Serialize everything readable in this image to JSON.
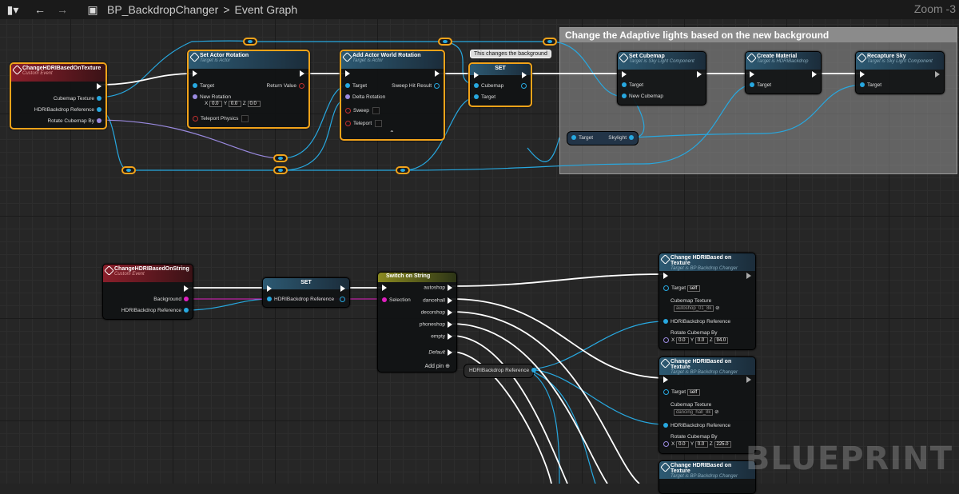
{
  "toolbar": {
    "breadcrumb_asset": "BP_BackdropChanger",
    "breadcrumb_sep": ">",
    "breadcrumb_graph": "Event Graph",
    "zoom": "Zoom -3"
  },
  "comment": {
    "title": "Change the Adaptive lights based on the new background"
  },
  "tooltip": "This changes the background",
  "watermark": "BLUEPRINT",
  "nodes": {
    "event_texture": {
      "title": "ChangeHDRIBasedOnTexture",
      "subtitle": "Custom Event",
      "pins": [
        "Cubemap Texture",
        "HDRIBackdrop Reference",
        "Rotate Cubemap By"
      ]
    },
    "set_rotation": {
      "title": "Set Actor Rotation",
      "subtitle": "Target is Actor",
      "target": "Target",
      "return": "Return Value",
      "new_rot": "New Rotation",
      "x": "0.0",
      "y": "0.0",
      "z": "0.0",
      "teleport": "Teleport Physics"
    },
    "add_rotation": {
      "title": "Add Actor World Rotation",
      "subtitle": "Target is Actor",
      "target": "Target",
      "sweep_hit": "Sweep Hit Result",
      "delta": "Delta Rotation",
      "sweep": "Sweep",
      "teleport": "Teleport"
    },
    "set_node": {
      "title": "SET",
      "cubemap": "Cubemap",
      "target": "Target"
    },
    "set_cubemap": {
      "title": "Set Cubemap",
      "subtitle": "Target is Sky Light Component",
      "target": "Target",
      "new_cubemap": "New Cubemap"
    },
    "create_material": {
      "title": "Create Material",
      "subtitle": "Target is HDRIBackdrop",
      "target": "Target"
    },
    "recapture": {
      "title": "Recapture Sky",
      "subtitle": "Target is Sky Light Component",
      "target": "Target"
    },
    "skylight_get": {
      "target": "Target",
      "output": "Skylight"
    },
    "event_string": {
      "title": "ChangeHDRIBasedOnString",
      "subtitle": "Custom Event",
      "pins": [
        "Background",
        "HDRIBackdrop Reference"
      ]
    },
    "set2": {
      "title": "SET",
      "pin": "HDRIBackdrop Reference"
    },
    "switch": {
      "title": "Switch on String",
      "selection": "Selection",
      "cases": [
        "autoshop",
        "dancehall",
        "decorshop",
        "phoneshop",
        "empty",
        "Default"
      ],
      "add_pin": "Add pin"
    },
    "ref_get": {
      "label": "HDRIBackdrop Reference"
    },
    "call1": {
      "title": "Change HDRIBased on Texture",
      "subtitle": "Target is BP Backdrop Changer",
      "target": "Target",
      "self": "self",
      "cubemap": "Cubemap Texture",
      "cubemap_value": "autoshop_01_8k",
      "ref": "HDRIBackdrop Reference",
      "rotate": "Rotate Cubemap By",
      "x": "0.0",
      "y": "0.0",
      "z": "94.0"
    },
    "call2": {
      "title": "Change HDRIBased on Texture",
      "subtitle": "Target is BP Backdrop Changer",
      "target": "Target",
      "self": "self",
      "cubemap": "Cubemap Texture",
      "cubemap_value": "dancing_hall_8k",
      "ref": "HDRIBackdrop Reference",
      "rotate": "Rotate Cubemap By",
      "x": "0.0",
      "y": "0.0",
      "z": "225.0"
    },
    "call3": {
      "title": "Change HDRIBased on Texture",
      "subtitle": "Target is BP Backdrop Changer"
    }
  },
  "axis_labels": {
    "x": "X",
    "y": "Y",
    "z": "Z"
  },
  "colors": {
    "exec": "#ffffff",
    "object": "#27a8e0",
    "string": "#e020c0",
    "rotator": "#9a8ae0",
    "selection": "#f2a31a"
  }
}
